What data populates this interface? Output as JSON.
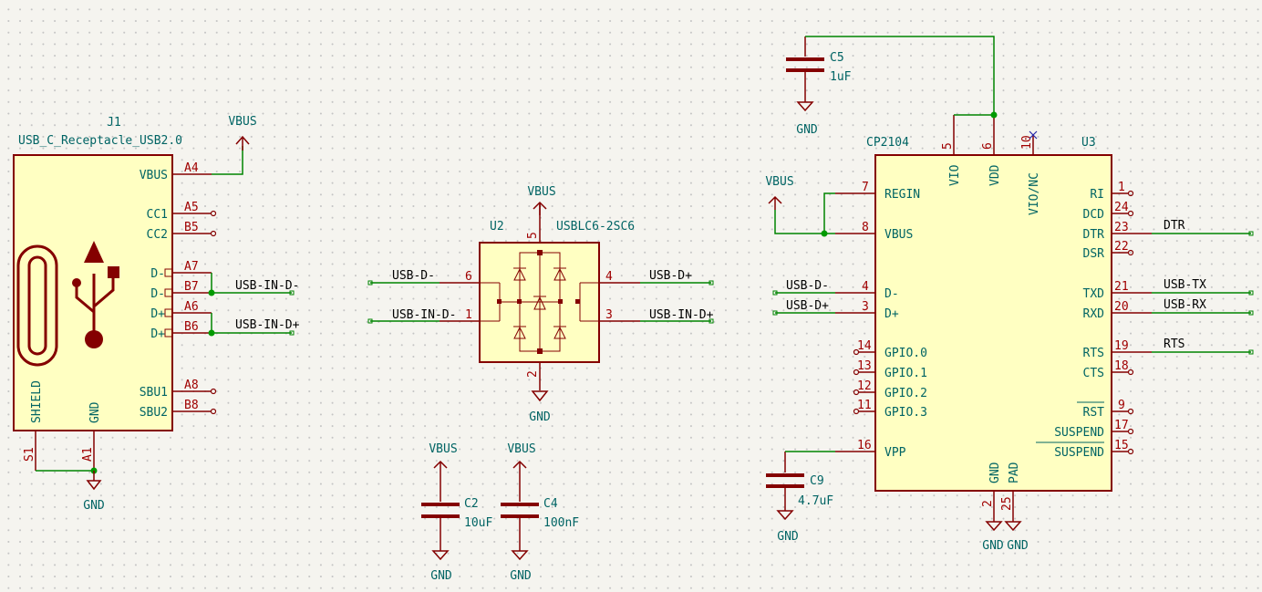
{
  "j1": {
    "ref": "J1",
    "value": "USB_C_Receptacle_USB2.0",
    "pins": [
      {
        "name": "VBUS",
        "num": "A4"
      },
      {
        "name": "CC1",
        "num": "A5"
      },
      {
        "name": "CC2",
        "num": "B5"
      },
      {
        "name": "D-",
        "num": "A7"
      },
      {
        "name": "D-",
        "num": "B7"
      },
      {
        "name": "D+",
        "num": "A6"
      },
      {
        "name": "D+",
        "num": "B6"
      },
      {
        "name": "SBU1",
        "num": "A8"
      },
      {
        "name": "SBU2",
        "num": "B8"
      }
    ],
    "shield_name": "SHIELD",
    "shield_num": "S1",
    "gnd_name": "GND",
    "gnd_num": "A1"
  },
  "u2": {
    "ref": "U2",
    "value": "USBLC6-2SC6",
    "pins": {
      "p1": "1",
      "p2": "2",
      "p3": "3",
      "p4": "4",
      "p5": "5",
      "p6": "6"
    }
  },
  "u3": {
    "ref": "U3",
    "value": "CP2104",
    "left_pins": [
      {
        "name": "REGIN",
        "num": "7"
      },
      {
        "name": "VBUS",
        "num": "8"
      },
      {
        "name": "D-",
        "num": "4"
      },
      {
        "name": "D+",
        "num": "3"
      },
      {
        "name": "GPIO.0",
        "num": "14"
      },
      {
        "name": "GPIO.1",
        "num": "13"
      },
      {
        "name": "GPIO.2",
        "num": "12"
      },
      {
        "name": "GPIO.3",
        "num": "11"
      },
      {
        "name": "VPP",
        "num": "16"
      }
    ],
    "right_pins": [
      {
        "name": "RI",
        "num": "1"
      },
      {
        "name": "DCD",
        "num": "24"
      },
      {
        "name": "DTR",
        "num": "23"
      },
      {
        "name": "DSR",
        "num": "22"
      },
      {
        "name": "TXD",
        "num": "21"
      },
      {
        "name": "RXD",
        "num": "20"
      },
      {
        "name": "RTS",
        "num": "19"
      },
      {
        "name": "CTS",
        "num": "18"
      },
      {
        "name": "RST",
        "num": "9"
      },
      {
        "name": "SUSPEND",
        "num": "17"
      },
      {
        "name": "SUSPEND",
        "num": "15"
      }
    ],
    "top_pins": [
      {
        "name": "VIO",
        "num": "5"
      },
      {
        "name": "VDD",
        "num": "6"
      },
      {
        "name": "VIO/NC",
        "num": "10"
      }
    ],
    "bottom_pins": [
      {
        "name": "GND",
        "num": "2"
      },
      {
        "name": "PAD",
        "num": "25"
      }
    ]
  },
  "caps": {
    "c2": {
      "ref": "C2",
      "value": "10uF"
    },
    "c4": {
      "ref": "C4",
      "value": "100nF"
    },
    "c5": {
      "ref": "C5",
      "value": "1uF"
    },
    "c9": {
      "ref": "C9",
      "value": "4.7uF"
    }
  },
  "power": {
    "vbus": "VBUS",
    "gnd": "GND"
  },
  "nets": {
    "usb_in_dm": "USB-IN-D-",
    "usb_in_dp": "USB-IN-D+",
    "usb_dm": "USB-D-",
    "usb_dp": "USB-D+",
    "dtr": "DTR",
    "usb_tx": "USB-TX",
    "usb_rx": "USB-RX",
    "rts": "RTS"
  },
  "colors": {
    "symbol_outline": "#840000",
    "symbol_fill": "#ffffc2",
    "wire": "#008400",
    "junction": "#009a00",
    "text_cyan": "#006464",
    "pin_number": "#a00000",
    "background": "#f5f4ef"
  }
}
